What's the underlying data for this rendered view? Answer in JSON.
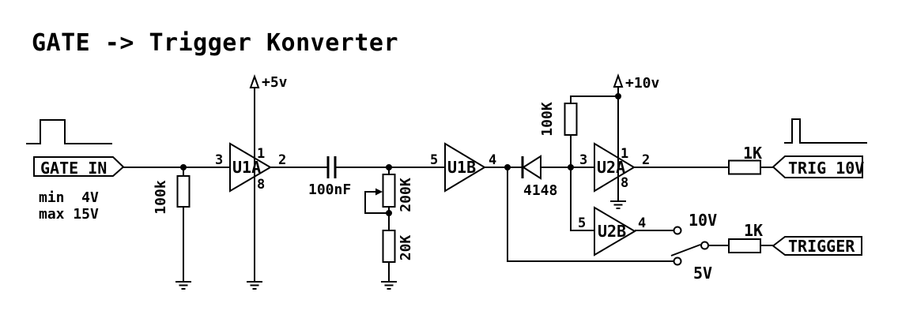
{
  "title": "GATE -> Trigger Konverter",
  "input": {
    "flag": "GATE IN",
    "min_label": "min  4V",
    "max_label": "max 15V"
  },
  "supplies": {
    "v5": "+5v",
    "v10": "+10v"
  },
  "parts": {
    "r_pulldown": "100k",
    "cap": "100nF",
    "pot": "200K",
    "r_div": "20K",
    "diode": "4148",
    "r_pullup": "100K",
    "r_top": "1K",
    "r_bottom": "1K"
  },
  "gates": {
    "u1a": {
      "label": "U1A",
      "pin_in": "3",
      "pin_vcc": "1",
      "pin_out": "2",
      "pin_gnd": "8"
    },
    "u1b": {
      "label": "U1B",
      "pin_in": "5",
      "pin_out": "4"
    },
    "u2a": {
      "label": "U2A",
      "pin_in": "3",
      "pin_vcc": "1",
      "pin_out": "2",
      "pin_gnd": "8"
    },
    "u2b": {
      "label": "U2B",
      "pin_in": "5",
      "pin_out": "4"
    }
  },
  "switch": {
    "top": "10V",
    "bottom": "5V"
  },
  "outputs": {
    "trig10v": "TRIG 10V",
    "trigger": "TRIGGER"
  },
  "colors": {
    "ink": "#000000",
    "paper": "#ffffff"
  }
}
